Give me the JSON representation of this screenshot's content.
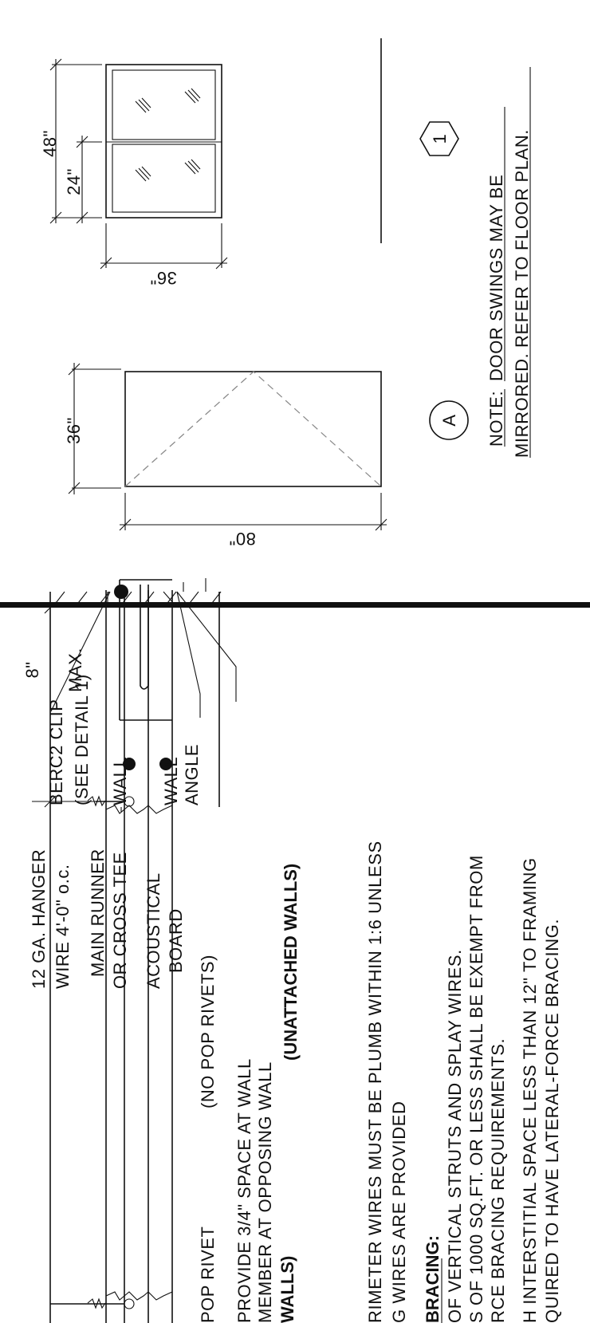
{
  "detail_top": {
    "door_dims": {
      "height": "80\"",
      "width": "36\""
    },
    "window_dims": {
      "width": "36\"",
      "overall": "48\"",
      "half": "24\""
    },
    "tag_circle": "A",
    "tag_hex": "1",
    "note": {
      "label": "NOTE:",
      "line1": "DOOR SWINGS MAY BE",
      "line2": "MIRRORED. REFER TO FLOOR PLAN."
    }
  },
  "detail_bottom": {
    "labels": {
      "hanger_1": "12 GA. HANGER",
      "hanger_2": "WIRE 4'-0\" o.c.",
      "runner_1": "MAIN RUNNER",
      "runner_2": "OR CROSS TEE",
      "board_1": "ACOUSTICAL",
      "board_2": "BOARD",
      "clip_1": "BERC2 CLIP",
      "clip_2": "(SEE DETAIL 1)",
      "wall": "WALL",
      "angle_1": "WALL",
      "angle_2": "ANGLE",
      "dim_8": "8\"",
      "dim_max": "MAX.",
      "no_pop": "(NO POP RIVETS)",
      "pop_rivet": "POP RIVET",
      "provide_1": "PROVIDE 3/4\" SPACE AT WALL",
      "provide_2": "MEMBER AT OPPOSING WALL",
      "unattached": "(UNATTACHED WALLS)",
      "walls": "WALLS)"
    },
    "notes": {
      "n1a": "RIMETER WIRES MUST BE PLUMB WITHIN 1:6 UNLESS",
      "n1b": "G WIRES ARE PROVIDED",
      "bracing": "BRACING:",
      "n2a": "OF VERTICAL STRUTS AND SPLAY WIRES.",
      "n2b": "S OF 1000 SQ.FT. OR LESS SHALL BE EXEMPT FROM",
      "n2c": "RCE BRACING REQUIREMENTS.",
      "n2d": "H INTERSTITIAL SPACE LESS THAN 12\" TO FRAMING",
      "n2e": "QUIRED TO HAVE LATERAL-FORCE BRACING."
    }
  }
}
